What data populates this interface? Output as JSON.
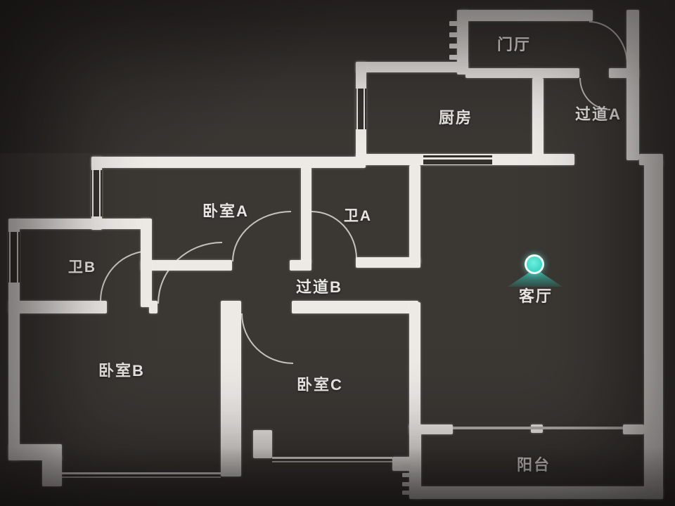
{
  "plan": {
    "type": "apartment-floor-plan",
    "wall_color": "#edeae6",
    "floor_color": "#3b3834",
    "label_color": "#e8e6e2"
  },
  "rooms": [
    {
      "id": "entry-hall",
      "label": "门厅"
    },
    {
      "id": "hallway-a",
      "label": "过道A"
    },
    {
      "id": "kitchen",
      "label": "厨房"
    },
    {
      "id": "bedroom-a",
      "label": "卧室A"
    },
    {
      "id": "bath-a",
      "label": "卫A"
    },
    {
      "id": "bath-b",
      "label": "卫B"
    },
    {
      "id": "hallway-b",
      "label": "过道B"
    },
    {
      "id": "living-room",
      "label": "客厅"
    },
    {
      "id": "bedroom-b",
      "label": "卧室B"
    },
    {
      "id": "bedroom-c",
      "label": "卧室C"
    },
    {
      "id": "balcony",
      "label": "阳台"
    }
  ],
  "marker": {
    "located_in": "客厅",
    "type": "panorama-viewpoint",
    "dot_color": "#27cdbd",
    "ring_color": "#f0fffc",
    "cone_color": "#3abeb0"
  }
}
